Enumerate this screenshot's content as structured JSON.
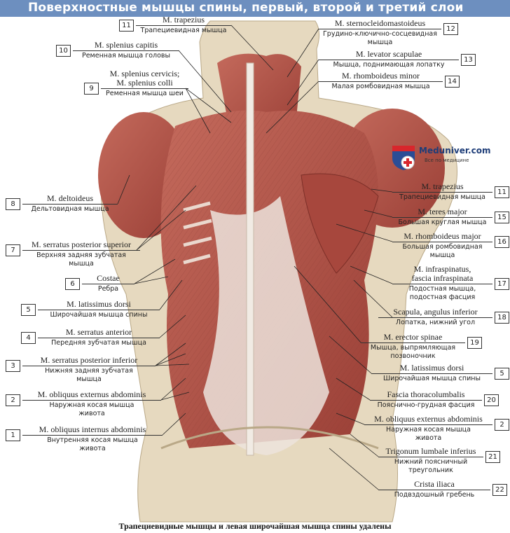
{
  "title": "Поверхностные мышцы спины, первый, второй и третий слои",
  "caption": "Трапециевидные мышцы и левая широчайшая мышца спины удалены",
  "logo": {
    "brand": "Meduniver.com",
    "tagline": "Все по медицине"
  },
  "colors": {
    "title_bar": "#6d8fbf",
    "muscle": "#b5554a",
    "skin": "#e6d9bf"
  },
  "labels_left": [
    {
      "num": "11",
      "latin": "M. trapezius",
      "russian": "Трапециевидная мышца"
    },
    {
      "num": "10",
      "latin": "M. splenius capitis",
      "russian": "Ременная мышца головы"
    },
    {
      "num": "9",
      "latin": "M. splenius cervicis;",
      "latin2": "M. splenius colli",
      "russian": "Ременная мышца шеи"
    },
    {
      "num": "8",
      "latin": "M. deltoideus",
      "russian": "Дельтовидная мышца"
    },
    {
      "num": "7",
      "latin": "M. serratus posterior superior",
      "russian": "Верхняя задняя зубчатая мышца"
    },
    {
      "num": "6",
      "latin": "Costae",
      "russian": "Ребра"
    },
    {
      "num": "5",
      "latin": "M. latissimus dorsi",
      "russian": "Широчайшая мышца спины"
    },
    {
      "num": "4",
      "latin": "M. serratus anterior",
      "russian": "Передняя зубчатая мышца"
    },
    {
      "num": "3",
      "latin": "M. serratus posterior inferior",
      "russian": "Нижняя задняя зубчатая мышца"
    },
    {
      "num": "2",
      "latin": "M. obliquus externus abdominis",
      "russian": "Наружная косая мышца живота"
    },
    {
      "num": "1",
      "latin": "M. obliquus internus abdominis",
      "russian": "Внутренняя косая мышца живота"
    }
  ],
  "labels_right": [
    {
      "num": "12",
      "latin": "M. sternocleidomastoideus",
      "russian": "Грудино-ключично-сосцевидная мышца"
    },
    {
      "num": "13",
      "latin": "M. levator scapulae",
      "russian": "Мышца, поднимающая лопатку"
    },
    {
      "num": "14",
      "latin": "M. rhomboideus minor",
      "russian": "Малая ромбовидная мышца"
    },
    {
      "num": "11",
      "latin": "M. trapezius",
      "russian": "Трапециевидная мышца"
    },
    {
      "num": "15",
      "latin": "M. teres major",
      "russian": "Большая круглая мышца"
    },
    {
      "num": "16",
      "latin": "M. rhomboideus major",
      "russian": "Большая ромбовидная мышца"
    },
    {
      "num": "17",
      "latin": "M. infraspinatus,",
      "latin2": "fascia infraspinata",
      "russian": "Подостная мышца, подостная фасция"
    },
    {
      "num": "18",
      "latin": "Scapula, angulus inferior",
      "russian": "Лопатка, нижний угол"
    },
    {
      "num": "19",
      "latin": "M. erector spinae",
      "russian": "Мышца, выпрямляющая позвоночник"
    },
    {
      "num": "5",
      "latin": "M. latissimus dorsi",
      "russian": "Широчайшая мышца спины"
    },
    {
      "num": "20",
      "latin": "Fascia thoracolumbalis",
      "russian": "Пояснично-грудная фасция"
    },
    {
      "num": "2",
      "latin": "M. obliquus externus abdominis",
      "russian": "Наружная косая мышца живота"
    },
    {
      "num": "21",
      "latin": "Trigonum lumbale inferius",
      "russian": "Нижний поясничный треугольник"
    },
    {
      "num": "22",
      "latin": "Crista iliaca",
      "russian": "Подвздошный гребень"
    }
  ]
}
